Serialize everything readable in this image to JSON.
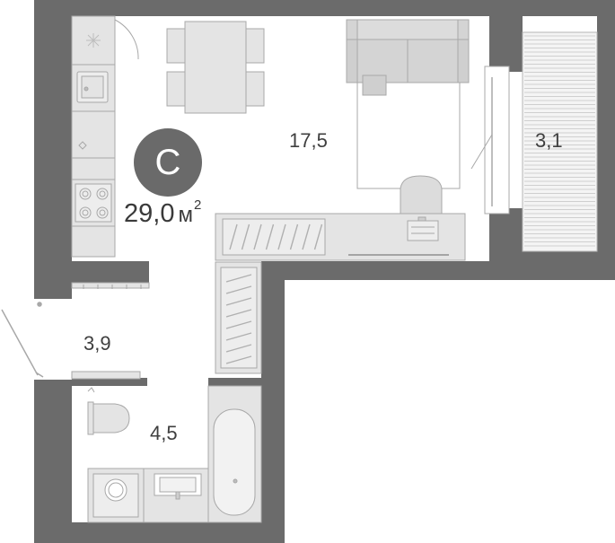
{
  "apartment": {
    "type_letter": "С",
    "total_area_value": "29,0",
    "total_area_unit": "м",
    "total_area_power": "2"
  },
  "rooms": [
    {
      "id": "living-room",
      "area": "17,5"
    },
    {
      "id": "balcony",
      "area": "3,1"
    },
    {
      "id": "hallway",
      "area": "3,9"
    },
    {
      "id": "bathroom",
      "area": "4,5"
    }
  ],
  "colors": {
    "wall": "#6b6b6b",
    "furniture_fill": "#e4e4e4",
    "furniture_stroke": "#a8a8a8",
    "floor": "#ffffff",
    "text": "#3f3f3f"
  }
}
